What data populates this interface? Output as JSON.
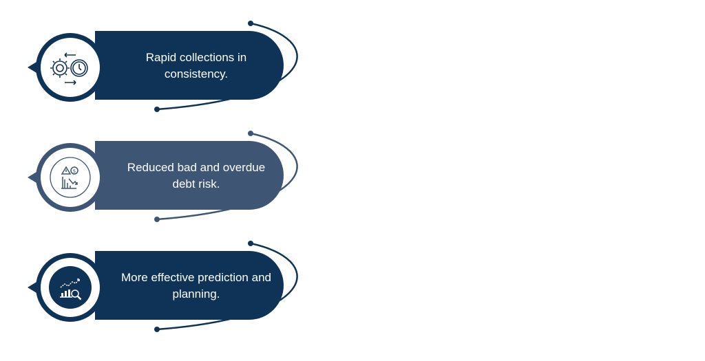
{
  "colors": {
    "navy": "#0e3357",
    "slate": "#3e5573",
    "background": "#ffffff"
  },
  "items": [
    {
      "text": "Rapid collections in consistency.",
      "icon": "gear-clock-cycle-icon",
      "tone": "navy"
    },
    {
      "text": "Reduced bad and overdue debt risk.",
      "icon": "risk-chart-dollar-icon",
      "tone": "slate"
    },
    {
      "text": "More effective prediction and planning.",
      "icon": "analytics-magnifier-icon",
      "tone": "navy"
    }
  ]
}
